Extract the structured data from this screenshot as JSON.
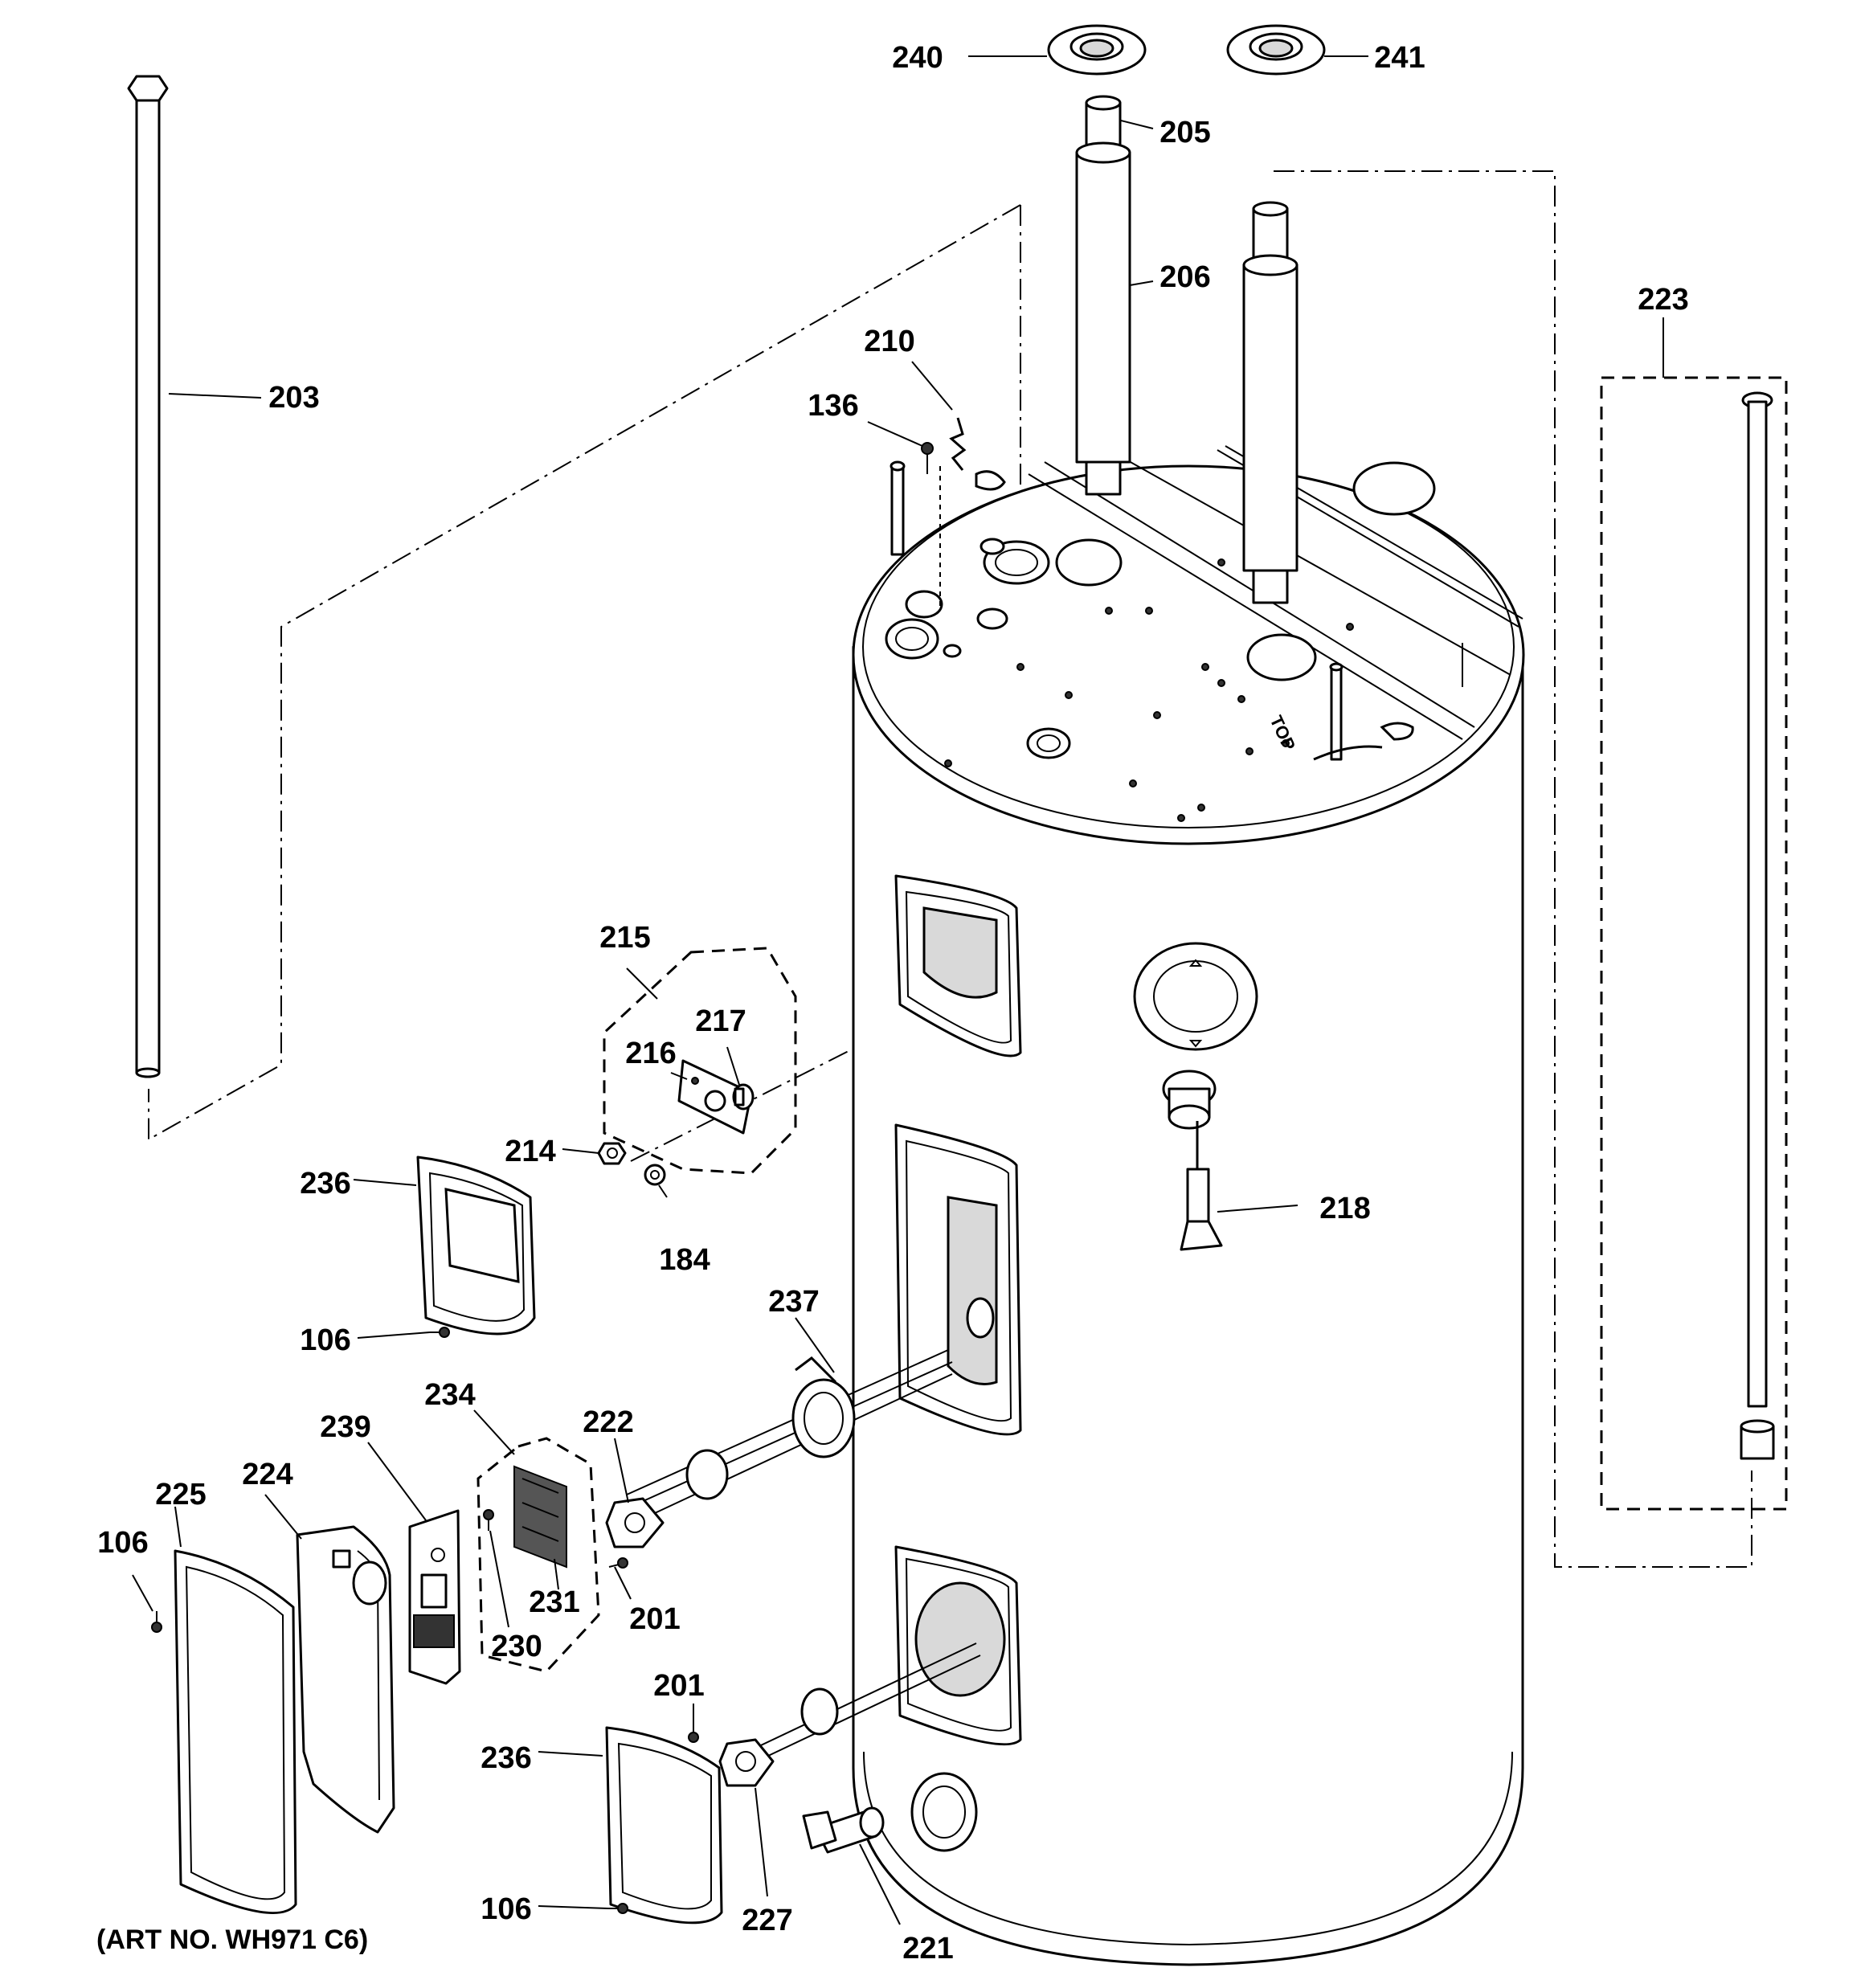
{
  "labels": {
    "l240": "240",
    "l241": "241",
    "l205": "205",
    "l206": "206",
    "l203": "203",
    "l210": "210",
    "l136": "136",
    "l223": "223",
    "l215": "215",
    "l217": "217",
    "l216": "216",
    "l214": "214",
    "l184": "184",
    "l236a": "236",
    "l236b": "236",
    "l218": "218",
    "l106a": "106",
    "l106b": "106",
    "l106c": "106",
    "l237": "237",
    "l234": "234",
    "l222": "222",
    "l239": "239",
    "l224": "224",
    "l225": "225",
    "l231": "231",
    "l230": "230",
    "l201a": "201",
    "l201b": "201",
    "l227": "227",
    "l221": "221"
  },
  "art_no": "(ART NO. WH971 C6)",
  "tank_marking": "TOP"
}
